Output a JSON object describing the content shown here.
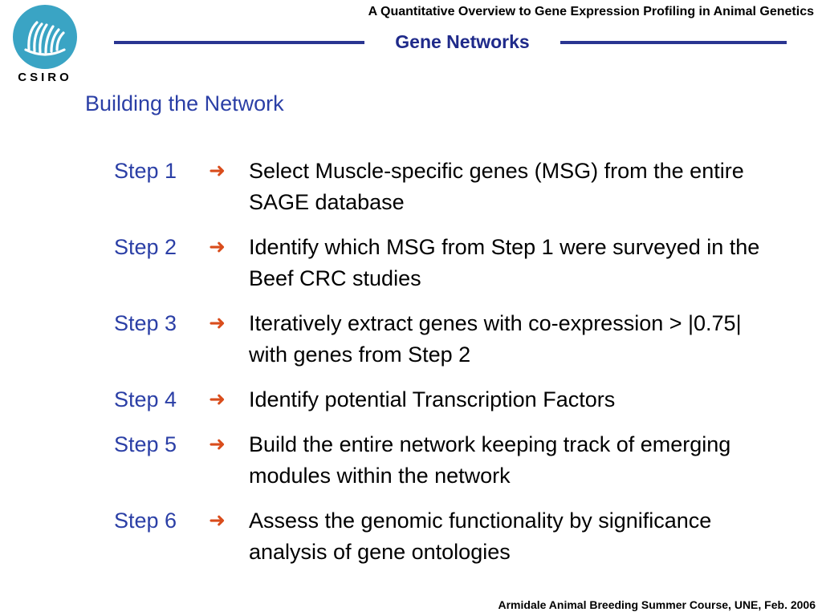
{
  "header": {
    "logo_text": "CSIRO",
    "course_title": "A Quantitative Overview to Gene Expression Profiling in Animal Genetics",
    "section_title": "Gene Networks"
  },
  "slide": {
    "heading": "Building the Network",
    "steps": [
      {
        "label": "Step 1",
        "text": "Select Muscle-specific genes (MSG) from the entire SAGE database"
      },
      {
        "label": "Step 2",
        "text": "Identify which MSG from Step 1 were surveyed in the Beef CRC studies"
      },
      {
        "label": "Step 3",
        "text": "Iteratively extract genes with co-expression > |0.75| with genes from Step 2"
      },
      {
        "label": "Step 4",
        "text": "Identify potential Transcription Factors"
      },
      {
        "label": "Step 5",
        "text": "Build the entire network keeping track of emerging modules within the network"
      },
      {
        "label": "Step 6",
        "text": "Assess the genomic functionality by significance analysis of gene ontologies"
      }
    ]
  },
  "footer": {
    "text": "Armidale Animal Breeding Summer Course, UNE, Feb. 2006"
  },
  "colors": {
    "accent_blue": "#2b3fa6",
    "rule_blue": "#2a3591",
    "arrow_orange": "#d94d1c",
    "logo_teal": "#3aa4c4"
  },
  "icons": {
    "logo": "csiro-logo-icon",
    "arrow": "right-arrow-icon"
  }
}
